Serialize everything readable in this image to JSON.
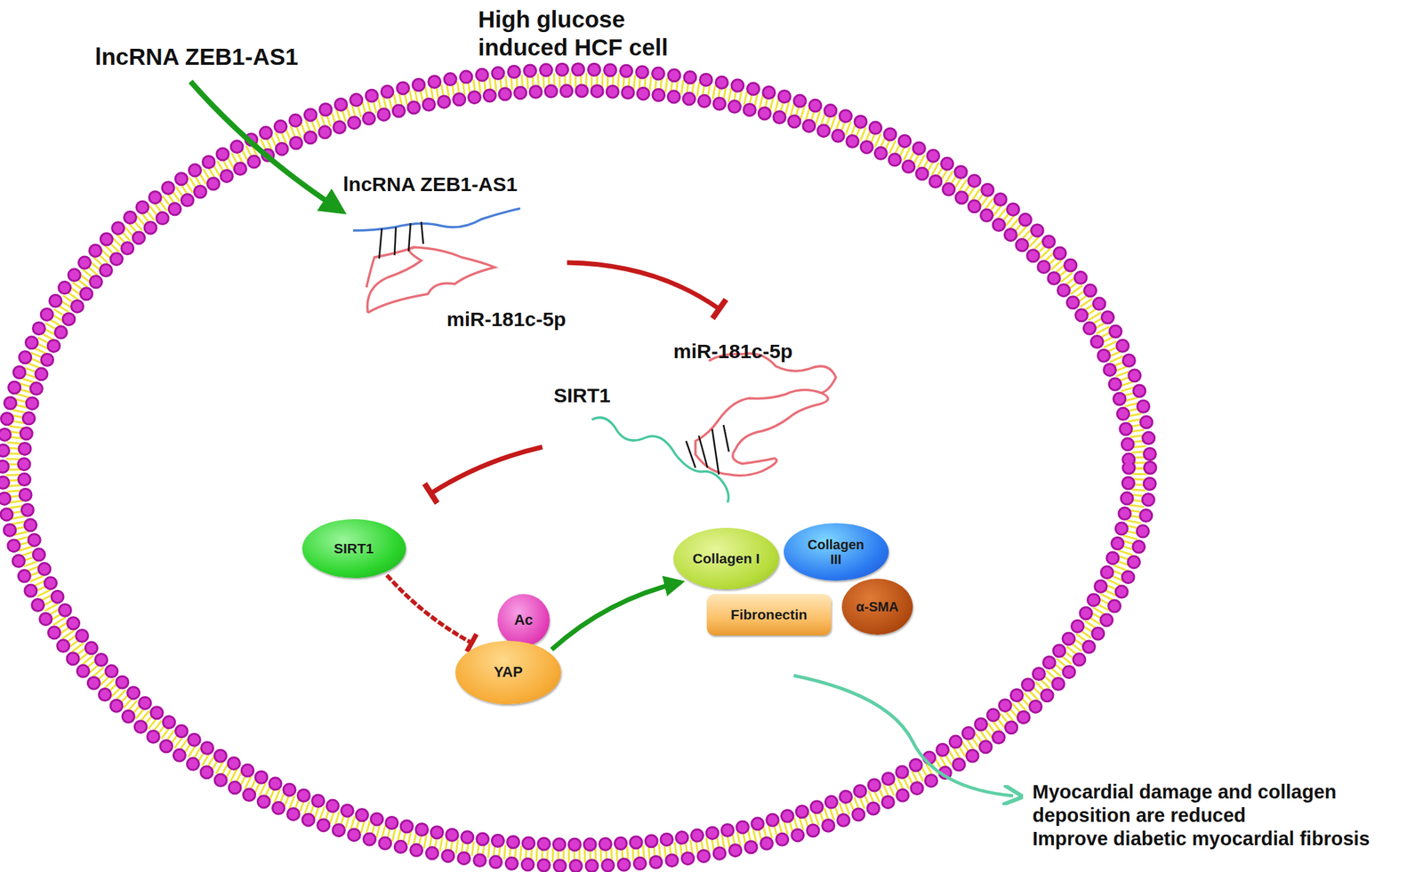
{
  "diagram": {
    "nodes": [
      {
        "text": [
          "SIRT1"
        ]
      },
      {
        "text": [
          "Ac"
        ]
      },
      {
        "text": [
          "YAP"
        ]
      },
      {
        "text": [
          "Collagen I"
        ]
      },
      {
        "text": [
          "Collagen III"
        ]
      },
      {
        "text": [
          "Fibronectin"
        ]
      },
      {
        "text": [
          "α-SMA"
        ]
      }
    ],
    "edges": [
      {
        "from": 0,
        "to": 2,
        "arrow": "to"
      },
      {
        "from": 2,
        "to": 3,
        "arrow": "to"
      }
    ],
    "labels": [
      "lncRNA ZEB1-AS1",
      "High glucose induced HCF cell",
      "lncRNA ZEB1-AS1",
      "miR-181c-5p",
      "miR-181c-5p",
      "SIRT1",
      "Myocardial damage and collagen deposition are reduced",
      "Improve diabetic myocardial fibrosis"
    ]
  }
}
